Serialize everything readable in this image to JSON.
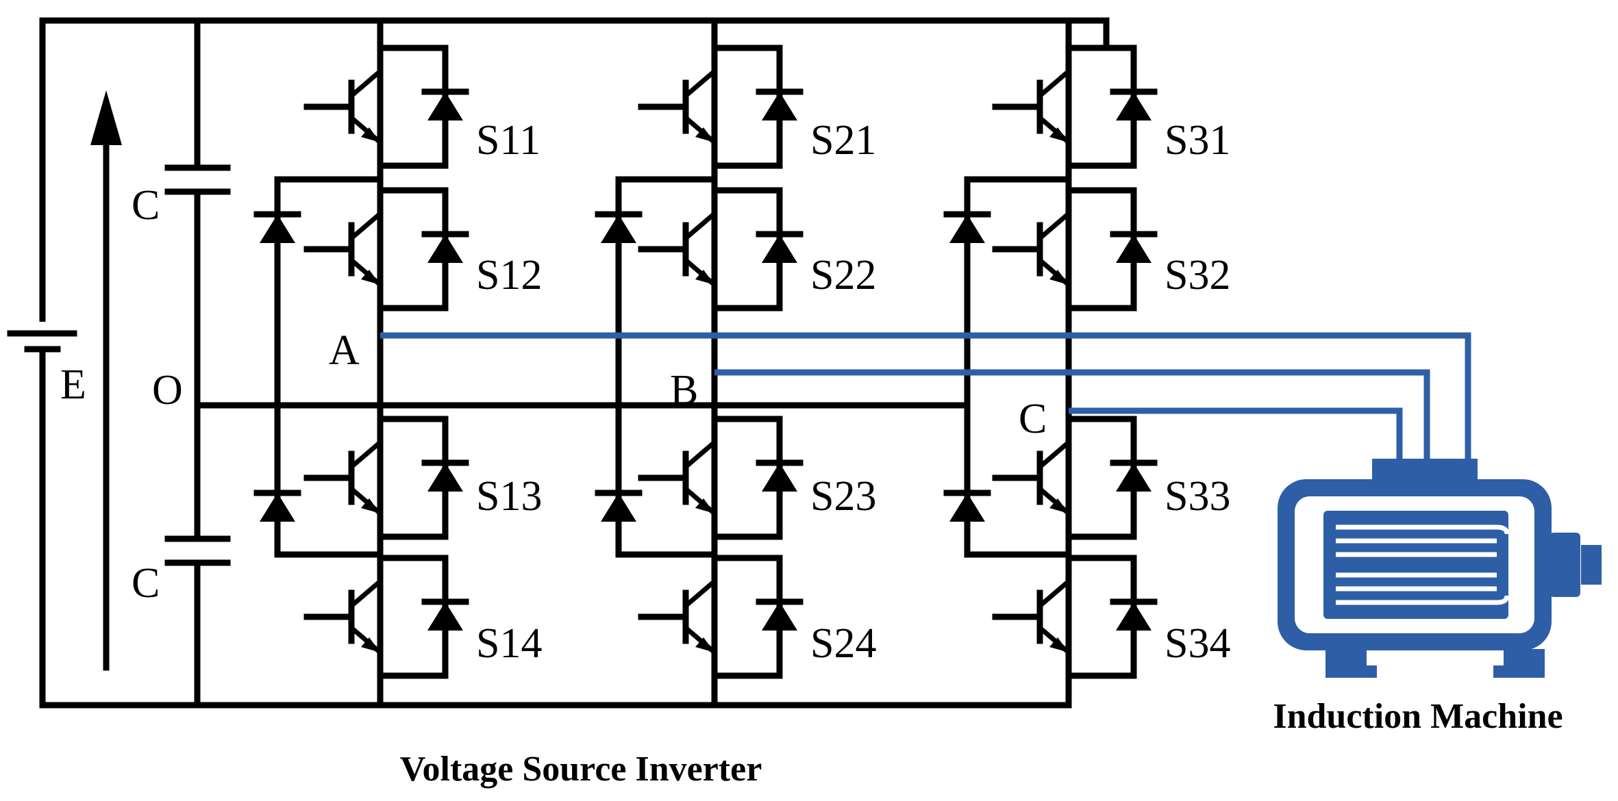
{
  "source": {
    "label": "E"
  },
  "capacitors": {
    "top_label": "C",
    "bottom_label": "C"
  },
  "midpoint": {
    "label": "O"
  },
  "phases": [
    {
      "node": "A",
      "switches": [
        "S11",
        "S12",
        "S13",
        "S14"
      ]
    },
    {
      "node": "B",
      "switches": [
        "S21",
        "S22",
        "S23",
        "S24"
      ]
    },
    {
      "node": "C",
      "switches": [
        "S31",
        "S32",
        "S33",
        "S34"
      ]
    }
  ],
  "captions": {
    "inverter": "Voltage Source Inverter",
    "machine": "Induction Machine"
  },
  "colors": {
    "wire": "#000000",
    "phase_lines": "#2E5FA6",
    "machine": "#2E5FA6"
  }
}
